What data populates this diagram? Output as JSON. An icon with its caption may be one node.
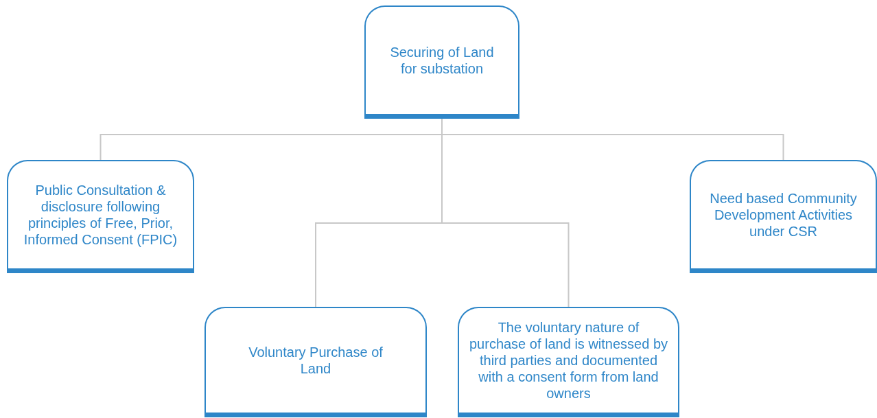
{
  "diagram": {
    "nodes": [
      {
        "text": [
          "Securing of Land for substation"
        ]
      },
      {
        "text": [
          "Public Consultation & disclosure following principles of Free, Prior, Informed Consent (FPIC)"
        ]
      },
      {
        "text": [
          "Voluntary Purchase of Land"
        ]
      },
      {
        "text": [
          "The voluntary nature of purchase of land is witnessed by third parties and documented with a consent form from land owners"
        ]
      },
      {
        "text": [
          "Need based Community Development Activities under CSR"
        ]
      }
    ],
    "edges": [
      {
        "from": 0,
        "to": 1,
        "arrow": "none"
      },
      {
        "from": 0,
        "to": 2,
        "arrow": "none"
      },
      {
        "from": 0,
        "to": 3,
        "arrow": "none"
      },
      {
        "from": 0,
        "to": 4,
        "arrow": "none"
      }
    ]
  }
}
